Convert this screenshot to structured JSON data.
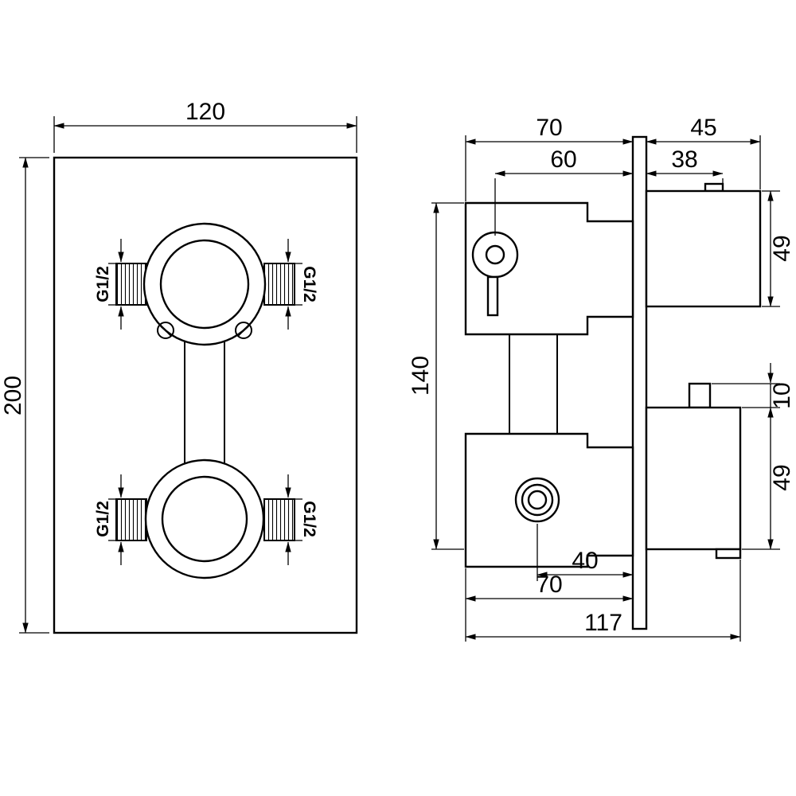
{
  "colors": {
    "line": "#000000",
    "background": "#ffffff"
  },
  "front_view": {
    "width": "120",
    "height": "200",
    "thread_top_left": "G1/2",
    "thread_top_right": "G1/2",
    "thread_bottom_left": "G1/2",
    "thread_bottom_right": "G1/2"
  },
  "side_view": {
    "body_depth_top": "70",
    "handle_depth": "45",
    "valve_axis_depth": "60",
    "handle_hub_depth": "38",
    "top_handle_height": "49",
    "body_height": "140",
    "knob_height": "10",
    "bottom_handle_height": "49",
    "outlet_axis_depth": "40",
    "body_depth_bottom": "70",
    "total_depth": "117"
  }
}
